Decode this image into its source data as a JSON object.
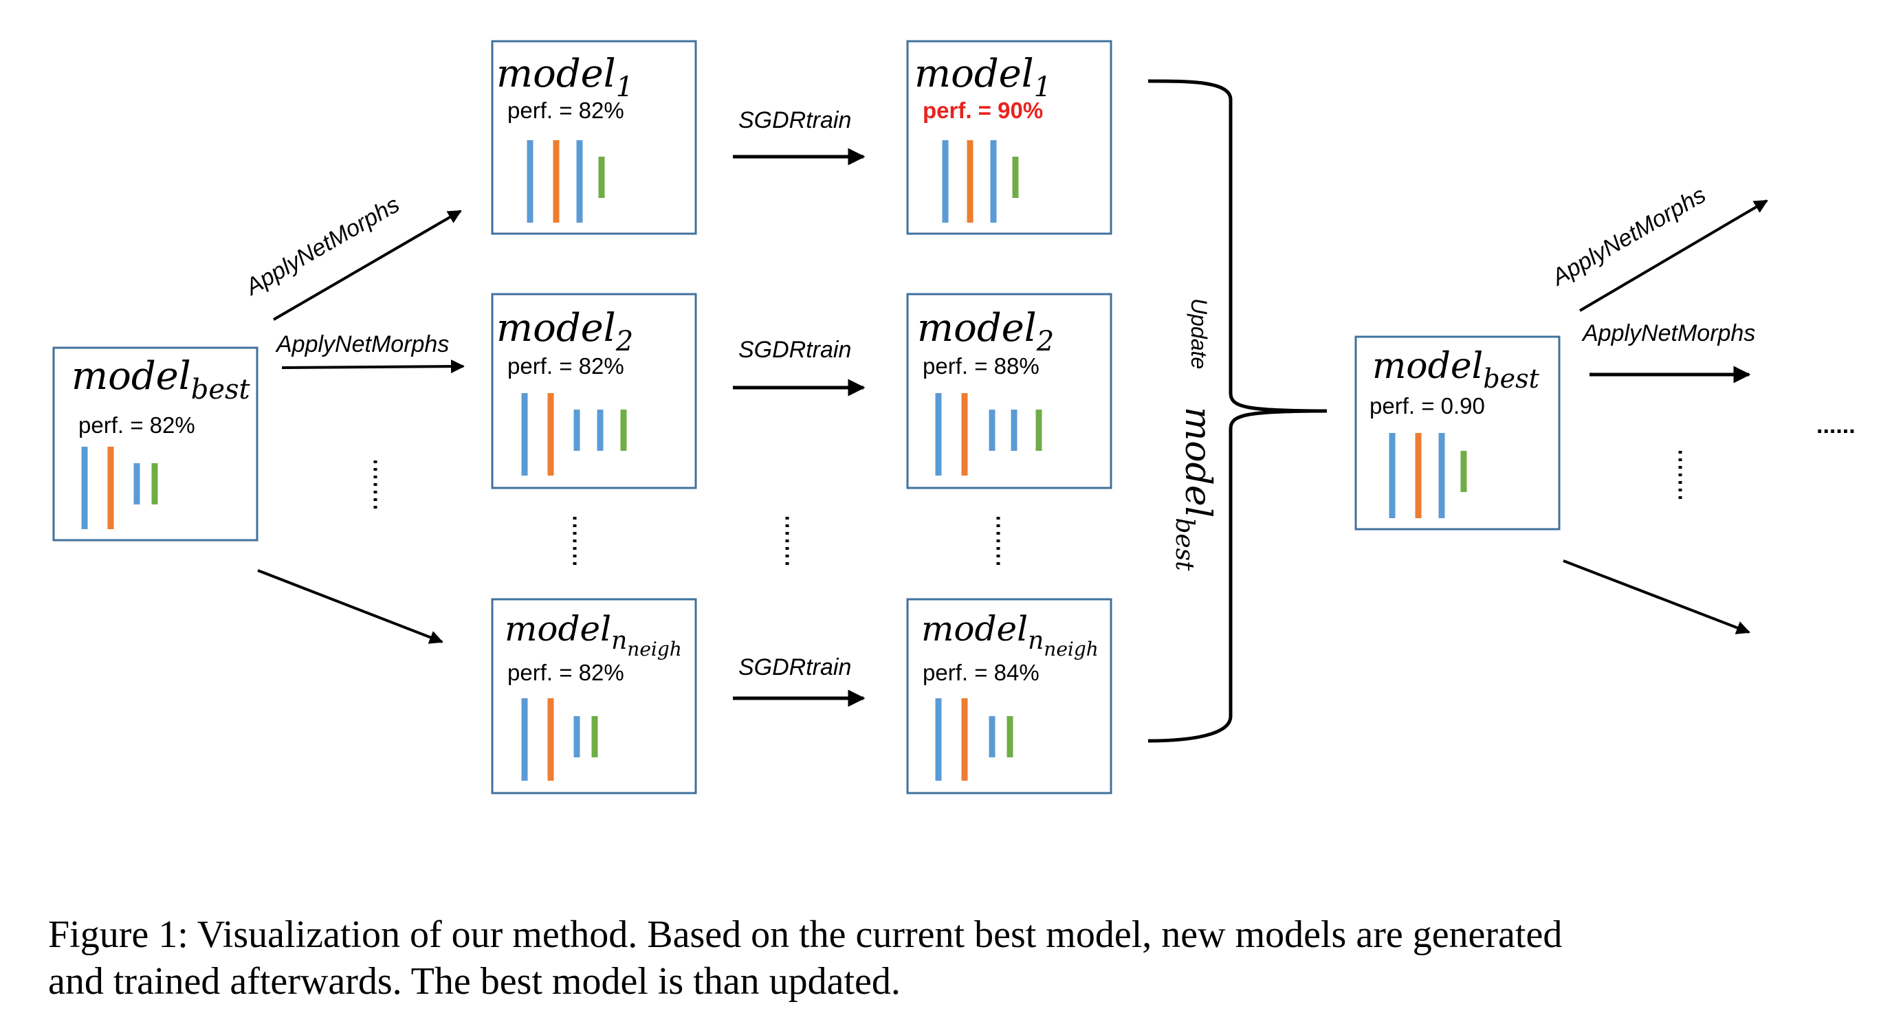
{
  "colors": {
    "box_border": "#41719c",
    "bar_blue": "#5b9bd5",
    "bar_orange": "#ed7d31",
    "bar_green": "#70ad47",
    "highlight_red": "#e8231f",
    "ink": "#000000"
  },
  "model_best_in": {
    "name_base": "model",
    "name_sub": "best",
    "perf": "perf. = 82%"
  },
  "col1": [
    {
      "name_base": "model",
      "name_sub": "1",
      "perf": "perf. = 82%"
    },
    {
      "name_base": "model",
      "name_sub": "2",
      "perf": "perf. = 82%"
    },
    {
      "name_base": "model",
      "name_sub": "n",
      "name_subsub": "neigh",
      "perf": "perf. = 82%"
    }
  ],
  "col2": [
    {
      "name_base": "model",
      "name_sub": "1",
      "perf": "perf. = 90%",
      "perf_highlight": true
    },
    {
      "name_base": "model",
      "name_sub": "2",
      "perf": "perf. = 88%"
    },
    {
      "name_base": "model",
      "name_sub": "n",
      "name_subsub": "neigh",
      "perf": "perf. = 84%"
    }
  ],
  "model_best_out": {
    "name_base": "model",
    "name_sub": "best",
    "perf": "perf. = 0.90"
  },
  "labels": {
    "apply_net_morphs": "ApplyNetMorphs",
    "sgdr_train": "SGDRtrain",
    "update": "Update",
    "update_base": "model",
    "update_sub": "best",
    "ellipsis": "......"
  },
  "caption": {
    "line1": "Figure 1: Visualization of our method. Based on the current best model, new models are generated",
    "line2": "and trained afterwards. The best model is than updated."
  }
}
